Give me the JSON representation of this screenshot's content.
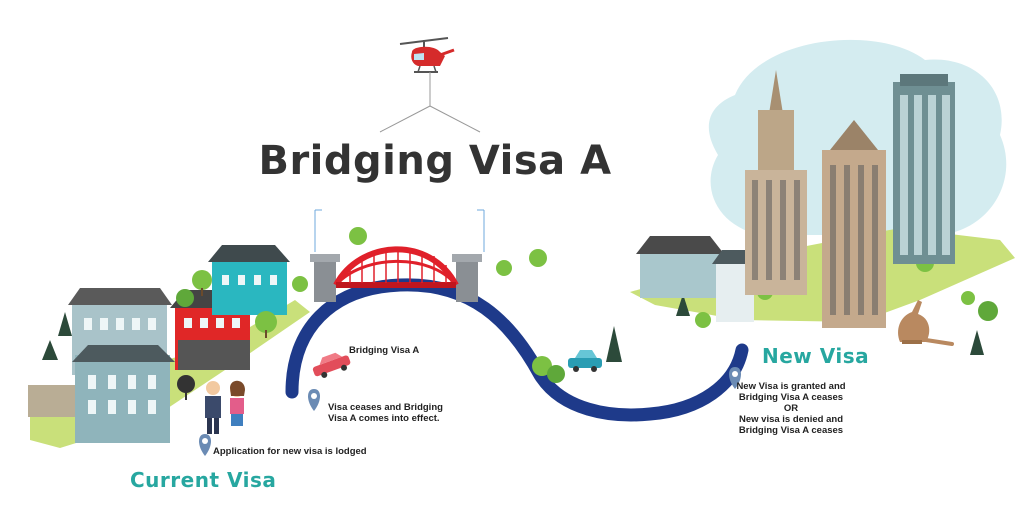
{
  "title": "Bridging Visa A",
  "labels": {
    "current_visa": "Current Visa",
    "new_visa": "New Visa",
    "application_lodged": "Application for new visa is lodged",
    "visa_ceases_line1": "Visa ceases and Bridging",
    "visa_ceases_line2": "Visa A comes into effect.",
    "bridging_visa_a": "Bridging Visa A",
    "outcome_line1": "New Visa is granted and",
    "outcome_line2": "Bridging Visa A ceases",
    "outcome_or": "OR",
    "outcome_line3": "New visa is denied and",
    "outcome_line4": "Bridging Visa A ceases"
  },
  "colors": {
    "path": "#1e3a8a",
    "bridge": "#e0202a",
    "region_text": "#27a7a0",
    "title": "#333333",
    "sky_cloud": "#cde9ee",
    "pin": "#6b8bb4",
    "tree": "#7cc143",
    "ground": "#c9e07a"
  }
}
